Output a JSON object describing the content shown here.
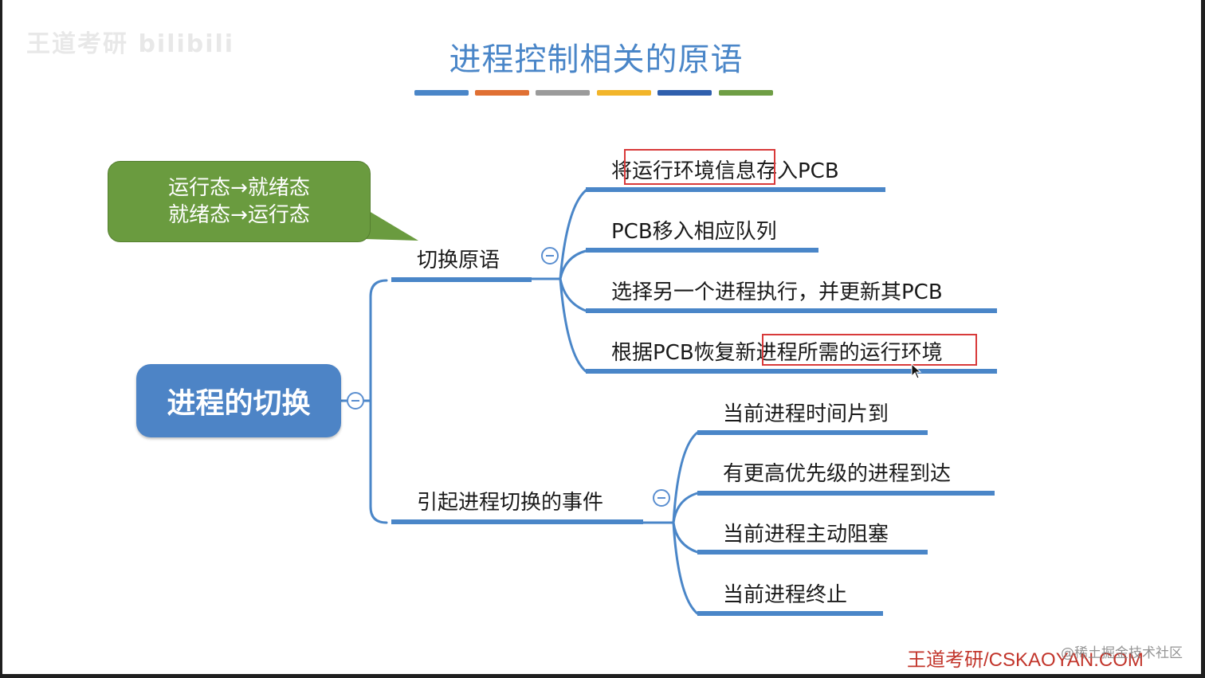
{
  "title": "进程控制相关的原语",
  "watermark": "王道考研 bilibili",
  "color_bar": [
    "#4a86c8",
    "#e07033",
    "#9b9b9b",
    "#f2b52a",
    "#2f5fad",
    "#6f9e45"
  ],
  "callout": {
    "line1": "运行态→就绪态",
    "line2": "就绪态→运行态"
  },
  "root": {
    "label": "进程的切换"
  },
  "branches": [
    {
      "label": "切换原语",
      "children": [
        "将运行环境信息存入PCB",
        "PCB移入相应队列",
        "选择另一个进程执行，并更新其PCB",
        "根据PCB恢复新进程所需的运行环境"
      ]
    },
    {
      "label": "引起进程切换的事件",
      "children": [
        "当前进程时间片到",
        "有更高优先级的进程到达",
        "当前进程主动阻塞",
        "当前进程终止"
      ]
    }
  ],
  "footer": "王道考研/CSKAOYAN.COM",
  "juejin_watermark": "@稀土掘金技术社区",
  "colors": {
    "branch_line": "#4a86c8",
    "root_fill": "#4d84c6",
    "callout_fill": "#6a9b3f",
    "highlight": "#d83a3a",
    "footer_text": "#c2352b"
  }
}
